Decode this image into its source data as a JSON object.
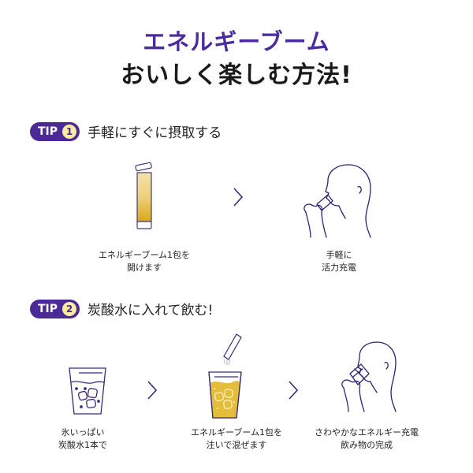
{
  "header": {
    "title_line1": "エネルギーブーム",
    "title_line2": "おいしく楽しむ方法!"
  },
  "colors": {
    "accent_purple": "#4b2a96",
    "badge_number_bg": "#fbeba3",
    "highlight": "#e6e1f5",
    "drink_gold": "#e3b933"
  },
  "tips": [
    {
      "badge": "TIP",
      "number": "1",
      "title": "手軽にすぐに摂取する",
      "steps": [
        {
          "icon": "stick-pack-icon",
          "caption_line1": "エネルギーブーム1包を",
          "caption_line2": "開けます"
        },
        {
          "icon": "person-drinking-stick-icon",
          "caption_line1": "手軽に",
          "caption_line2": "活力充電"
        }
      ]
    },
    {
      "badge": "TIP",
      "number": "2",
      "title": "炭酸水に入れて飲む!",
      "steps": [
        {
          "icon": "glass-ice-soda-icon",
          "caption_line1": "氷いっぱい",
          "caption_line2": "炭酸水1本で"
        },
        {
          "icon": "pour-stick-into-glass-icon",
          "caption_line1": "エネルギーブーム1包を",
          "caption_line2": "注いで混ぜます"
        },
        {
          "icon": "person-drinking-glass-icon",
          "caption_line1": "さわやかなエネルギー充電",
          "caption_line2": "飲み物の完成"
        }
      ]
    }
  ]
}
